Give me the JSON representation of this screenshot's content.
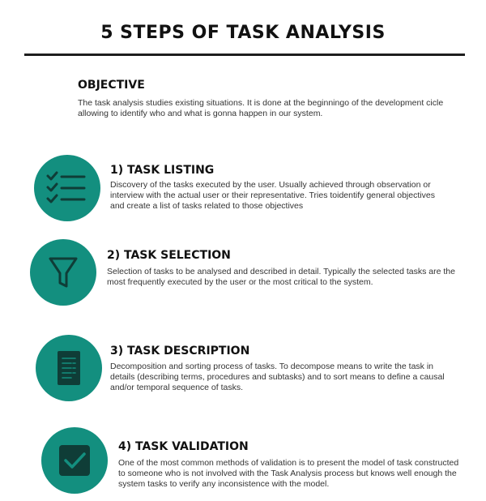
{
  "title": "5 STEPS OF TASK ANALYSIS",
  "objective": {
    "heading": "OBJECTIVE",
    "text": "The task analysis studies existing situations. It is done at the beginningo of the development cicle  allowing to identify who and what is gonna happen in our system."
  },
  "steps": [
    {
      "heading": "1)  TASK LISTING",
      "text": "Discovery of the tasks executed by the user. Usually achieved through observation or interview with the actual user or their representative. Tries toidentify general objectives and create a list of tasks related to those objectives",
      "icon": "checklist-icon"
    },
    {
      "heading": "2) TASK SELECTION",
      "text": "Selection of tasks to be analysed and described in detail. Typically the selected tasks are the most frequently executed by the user or the most critical to the system.",
      "icon": "funnel-icon"
    },
    {
      "heading": "3) TASK DESCRIPTION",
      "text": " Decomposition and sorting process of tasks. To decompose means to write the task in details (describing terms, procedures and subtasks) and to sort means to define a causal and/or temporal sequence of tasks.",
      "icon": "document-icon"
    },
    {
      "heading": "4) TASK VALIDATION",
      "text": "One of the most common methods of validation is to present the model of task constructed to someone who is not involved with the Task Analysis process but knows well enough the system tasks to verify any inconsistence with the model.",
      "icon": "checkbox-icon"
    }
  ],
  "colors": {
    "accent": "#138f7f",
    "icon_dark": "#0f3d37"
  }
}
